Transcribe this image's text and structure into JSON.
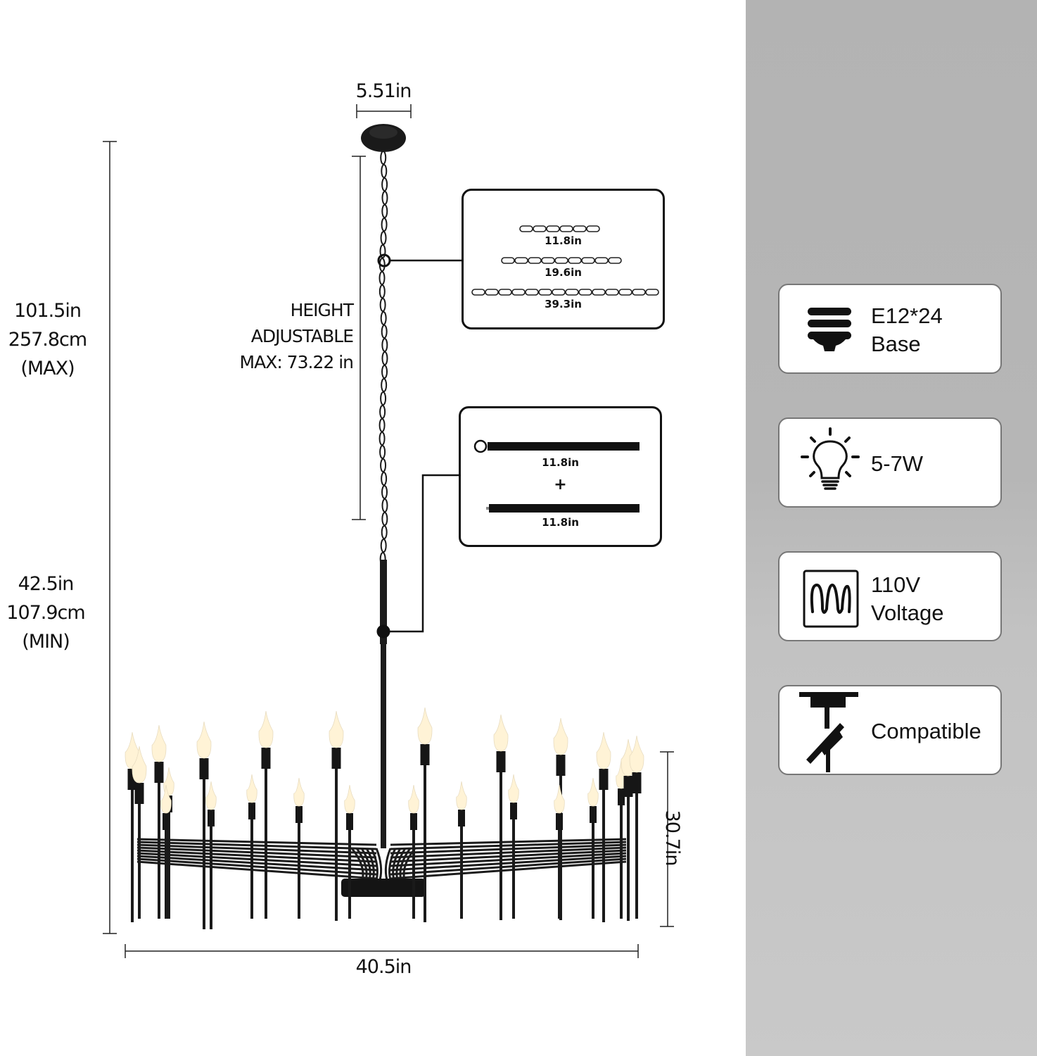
{
  "dimensions": {
    "canopy_width": "5.51in",
    "total_height_max": {
      "in": "101.5in",
      "cm": "257.8cm",
      "note": "(MAX)"
    },
    "total_height_min": {
      "in": "42.5in",
      "cm": "107.9cm",
      "note": "(MIN)"
    },
    "adjustable": {
      "line1": "HEIGHT",
      "line2": "ADJUSTABLE",
      "line3": "MAX: 73.22 in"
    },
    "body_height": "30.7in",
    "body_width": "40.5in"
  },
  "chain_callout": {
    "items": [
      {
        "label": "11.8in",
        "links": 6
      },
      {
        "label": "19.6in",
        "links": 9
      },
      {
        "label": "39.3in",
        "links": 14
      }
    ]
  },
  "rod_callout": {
    "rod1": "11.8in",
    "plus": "+",
    "rod2": "11.8in"
  },
  "specs": [
    {
      "icon": "bulb-base-icon",
      "line1": "E12*24",
      "line2": "Base"
    },
    {
      "icon": "light-bulb-icon",
      "line1": "5-7W",
      "line2": ""
    },
    {
      "icon": "voltage-wave-icon",
      "line1": "110V",
      "line2": "Voltage"
    },
    {
      "icon": "sloped-ceiling-icon",
      "line1": "Compatible",
      "line2": ""
    }
  ],
  "colors": {
    "panel_gray": "#b5b5b5",
    "ink": "#111111",
    "bulb_glow": "#fff3d6"
  }
}
